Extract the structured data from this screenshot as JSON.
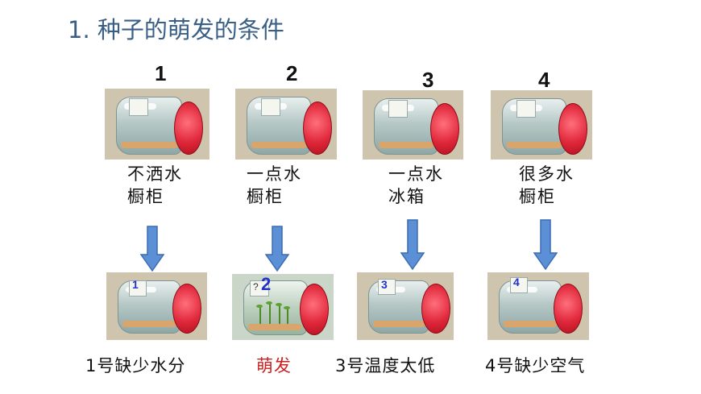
{
  "title": "1. 种子的萌发的条件",
  "top_row": [
    {
      "number": "1",
      "caption_line1": "不洒水",
      "caption_line2": "橱柜"
    },
    {
      "number": "2",
      "caption_line1": "一点水",
      "caption_line2": "橱柜"
    },
    {
      "number": "3",
      "caption_line1": "一点水",
      "caption_line2": "冰箱"
    },
    {
      "number": "4",
      "caption_line1": "很多水",
      "caption_line2": "橱柜"
    }
  ],
  "bottom_row": [
    {
      "jar_label": "1",
      "result": "1号缺少水分"
    },
    {
      "jar_label": "2",
      "tag_mark": "?",
      "result": "萌发"
    },
    {
      "jar_label": "3",
      "result": "3号温度太低"
    },
    {
      "jar_label": "4",
      "result": "4号缺少空气"
    }
  ],
  "colors": {
    "title": "#3a5f87",
    "arrow_fill": "#5b8fd6",
    "arrow_stroke": "#3d6cb0",
    "result_highlight": "#cc1f1f",
    "lid": "#e0283b"
  }
}
